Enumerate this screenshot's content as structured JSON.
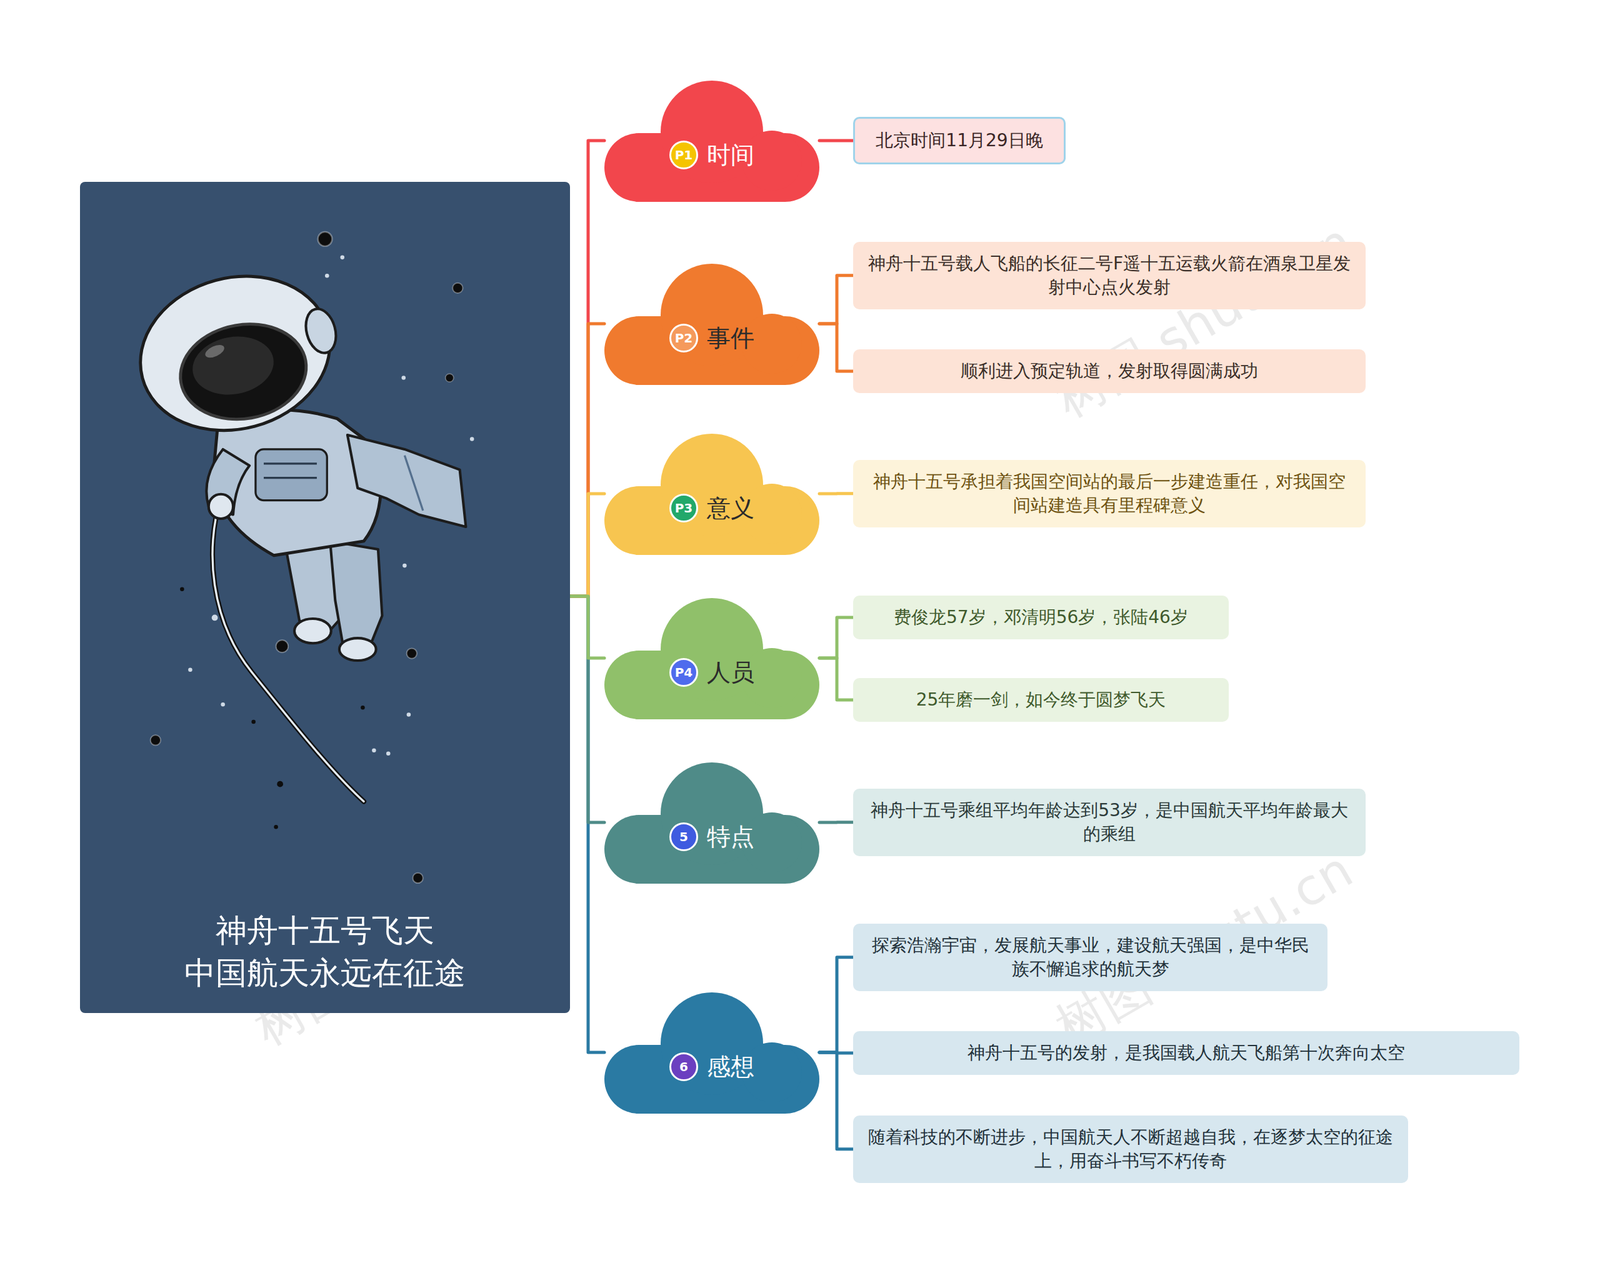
{
  "diagram": {
    "nodes": [
      {
        "text": [
          "神舟十五号飞天 中国航天永远在征途"
        ]
      },
      {
        "text": [
          "P1",
          "时间"
        ]
      },
      {
        "text": [
          "北京时间11月29日晚"
        ]
      },
      {
        "text": [
          "P2",
          "事件"
        ]
      },
      {
        "text": [
          "神舟十五号载人飞船的长征二号F遥十五运载火箭在酒泉卫星发射中心点火发射"
        ]
      },
      {
        "text": [
          "顺利进入预定轨道，发射取得圆满成功"
        ]
      },
      {
        "text": [
          "P3",
          "意义"
        ]
      },
      {
        "text": [
          "神舟十五号承担着我国空间站的最后一步建造重任，对我国空间站建造具有里程碑意义"
        ]
      },
      {
        "text": [
          "P4",
          "人员"
        ]
      },
      {
        "text": [
          "费俊龙57岁，邓清明56岁，张陆46岁"
        ]
      },
      {
        "text": [
          "25年磨一剑，如今终于圆梦飞天"
        ]
      },
      {
        "text": [
          "5",
          "特点"
        ]
      },
      {
        "text": [
          "神舟十五号乘组平均年龄达到53岁，是中国航天平均年龄最大的乘组"
        ]
      },
      {
        "text": [
          "6",
          "感想"
        ]
      },
      {
        "text": [
          "探索浩瀚宇宙，发展航天事业，建设航天强国，是中华民族不懈追求的航天梦"
        ]
      },
      {
        "text": [
          "神舟十五号的发射，是我国载人航天飞船第十次奔向太空"
        ]
      },
      {
        "text": [
          "随着科技的不断进步，中国航天人不断超越自我，在逐梦太空的征途上，用奋斗书写不朽传奇"
        ]
      }
    ],
    "edges": [
      {
        "from": 0,
        "to": 1,
        "arrow": "none"
      },
      {
        "from": 0,
        "to": 3,
        "arrow": "none"
      },
      {
        "from": 0,
        "to": 6,
        "arrow": "none"
      },
      {
        "from": 0,
        "to": 8,
        "arrow": "none"
      },
      {
        "from": 0,
        "to": 11,
        "arrow": "none"
      },
      {
        "from": 0,
        "to": 13,
        "arrow": "none"
      },
      {
        "from": 1,
        "to": 2,
        "arrow": "none"
      },
      {
        "from": 3,
        "to": 4,
        "arrow": "none"
      },
      {
        "from": 3,
        "to": 5,
        "arrow": "none"
      },
      {
        "from": 6,
        "to": 7,
        "arrow": "none"
      },
      {
        "from": 8,
        "to": 9,
        "arrow": "none"
      },
      {
        "from": 8,
        "to": 10,
        "arrow": "none"
      },
      {
        "from": 11,
        "to": 12,
        "arrow": "none"
      },
      {
        "from": 13,
        "to": 14,
        "arrow": "none"
      },
      {
        "from": 13,
        "to": 15,
        "arrow": "none"
      },
      {
        "from": 13,
        "to": 16,
        "arrow": "none"
      }
    ],
    "labels": [
      "树图 shutu.cn",
      "树图 shutu.cn",
      "树图 shutu.cn",
      "树图 shutu.cn"
    ]
  }
}
